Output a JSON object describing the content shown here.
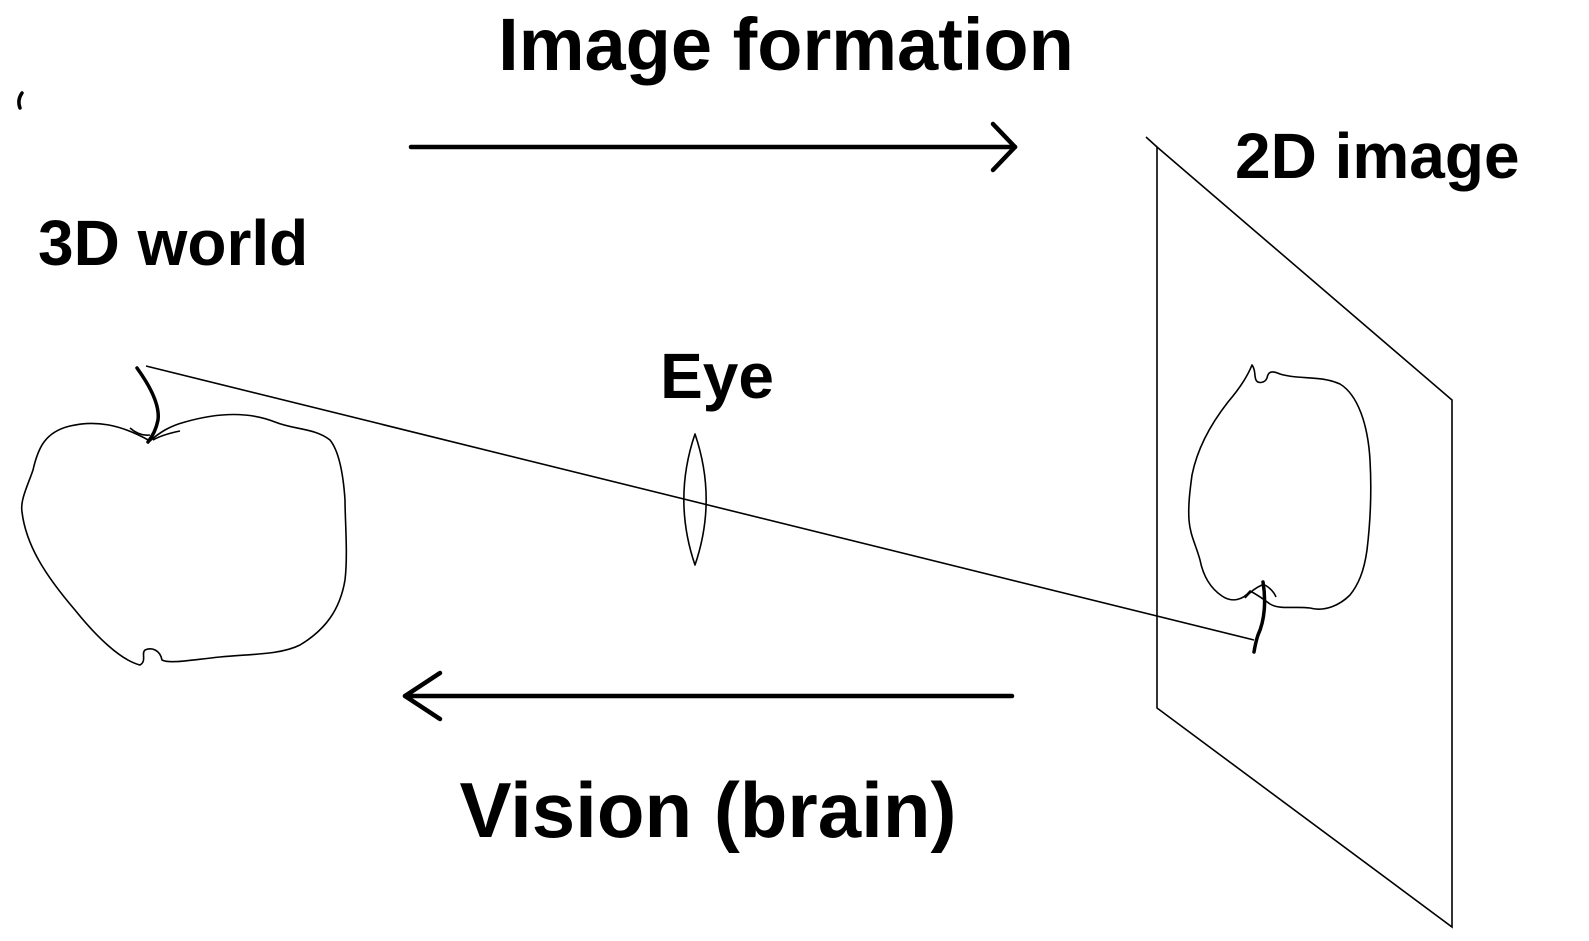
{
  "labels": {
    "top": "Image formation",
    "bottom": "Vision (brain)",
    "left": "3D world",
    "right": "2D image",
    "center": "Eye"
  }
}
